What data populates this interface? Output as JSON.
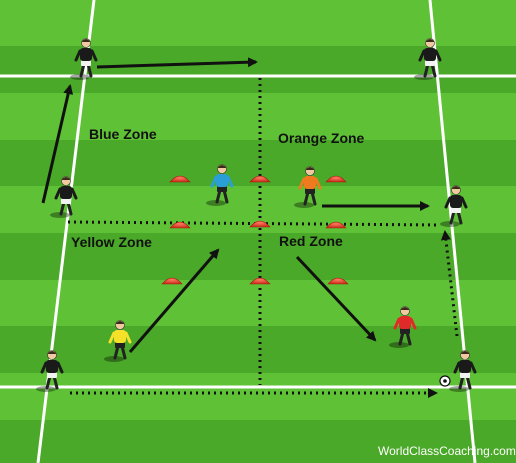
{
  "zones": {
    "blue": "Blue Zone",
    "orange": "Orange Zone",
    "yellow": "Yellow Zone",
    "red": "Red Zone"
  },
  "watermark": "WorldClassCoaching.com",
  "colors": {
    "grass_light": "#5fc236",
    "grass_dark": "#4aa928",
    "line_white": "#ffffff",
    "arrow": "#111111",
    "cone": "#e63a2a",
    "player_blue": "#2a9fd6",
    "player_orange": "#f07a1e",
    "player_yellow": "#f5e02a",
    "player_red": "#e02a2a",
    "player_black": "#1a1a1a"
  },
  "icons": {
    "player": "player-figure-icon",
    "cone": "cone-icon",
    "ball": "soccer-ball-icon"
  }
}
